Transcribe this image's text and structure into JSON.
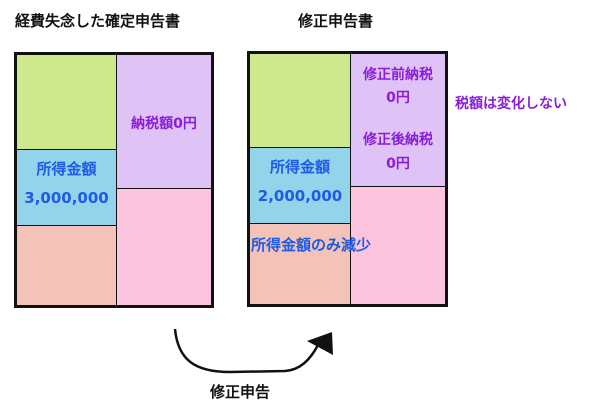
{
  "left": {
    "title": "経費失念した確定申告書",
    "tax_label": "納税額0円",
    "income_label": "所得金額",
    "income_value": "3,000,000"
  },
  "right": {
    "title": "修正申告書",
    "before_tax_label": "修正前納税",
    "before_tax_value": "0円",
    "after_tax_label": "修正後納税",
    "after_tax_value": "0円",
    "income_label": "所得金額",
    "income_value": "2,000,000",
    "income_note": "所得金額のみ減少",
    "tax_note": "税額は変化しない"
  },
  "arrow": {
    "label": "修正申告"
  }
}
